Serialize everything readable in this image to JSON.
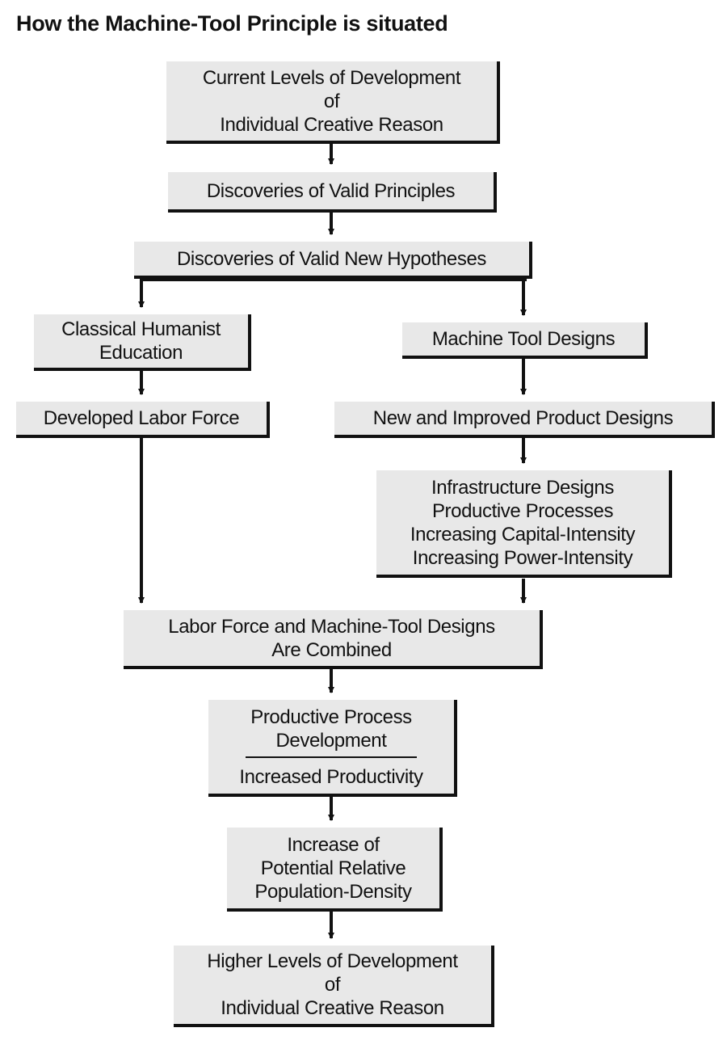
{
  "title": "How the Machine-Tool Principle is situated",
  "nodes": {
    "current_levels": {
      "lines": [
        "Current Levels of Development",
        "of",
        "Individual Creative Reason"
      ]
    },
    "valid_principles": {
      "lines": [
        "Discoveries of Valid Principles"
      ]
    },
    "valid_hypotheses": {
      "lines": [
        "Discoveries of Valid New Hypotheses"
      ]
    },
    "humanist_education": {
      "lines": [
        "Classical Humanist",
        "Education"
      ]
    },
    "machine_tool_designs": {
      "lines": [
        "Machine Tool Designs"
      ]
    },
    "labor_force": {
      "lines": [
        "Developed Labor Force"
      ]
    },
    "product_designs": {
      "lines": [
        "New and Improved Product Designs"
      ]
    },
    "infrastructure": {
      "lines": [
        "Infrastructure Designs",
        "Productive Processes",
        "Increasing Capital-Intensity",
        "Increasing Power-Intensity"
      ]
    },
    "combined": {
      "lines": [
        "Labor Force and Machine-Tool Designs",
        "Are Combined"
      ]
    },
    "process_development": {
      "top_lines": [
        "Productive Process",
        "Development"
      ],
      "bottom_lines": [
        "Increased Productivity"
      ]
    },
    "population_density": {
      "lines": [
        "Increase of",
        "Potential Relative",
        "Population-Density"
      ]
    },
    "higher_levels": {
      "lines": [
        "Higher Levels of Development",
        "of",
        "Individual Creative Reason"
      ]
    }
  },
  "colors": {
    "box_fill": "#e8e8e8",
    "line": "#111111"
  }
}
